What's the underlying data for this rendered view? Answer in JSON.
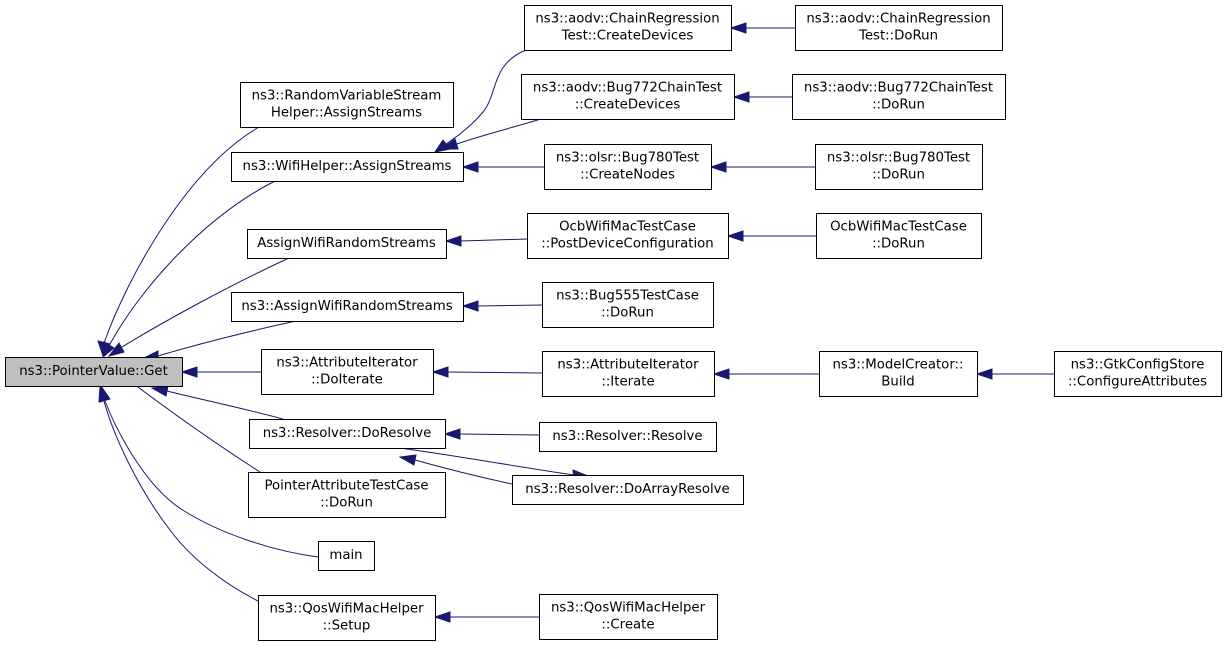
{
  "colors": {
    "edge": "#191970",
    "root_fill": "#bfbfbf",
    "node_fill": "#ffffff",
    "node_border": "#000000"
  },
  "nodes": {
    "pointervalue_get": [
      "ns3::PointerValue::Get"
    ],
    "rvs_helper_assign": [
      "ns3::RandomVariableStream",
      "Helper::AssignStreams"
    ],
    "wifihelper_assign": [
      "ns3::WifiHelper::AssignStreams"
    ],
    "assign_wifi_random": [
      "AssignWifiRandomStreams"
    ],
    "ns3_assign_wifi_random": [
      "ns3::AssignWifiRandomStreams"
    ],
    "attr_iter_doiterate": [
      "ns3::AttributeIterator",
      "::DoIterate"
    ],
    "resolver_doresolve": [
      "ns3::Resolver::DoResolve"
    ],
    "pointer_attr_test_dorun": [
      "PointerAttributeTestCase",
      "::DoRun"
    ],
    "main": [
      "main"
    ],
    "qos_setup": [
      "ns3::QosWifiMacHelper",
      "::Setup"
    ],
    "aodv_chain_create": [
      "ns3::aodv::ChainRegression",
      "Test::CreateDevices"
    ],
    "aodv_bug772_create": [
      "ns3::aodv::Bug772ChainTest",
      "::CreateDevices"
    ],
    "olsr_bug780_create": [
      "ns3::olsr::Bug780Test",
      "::CreateNodes"
    ],
    "ocb_postdevice": [
      "OcbWifiMacTestCase",
      "::PostDeviceConfiguration"
    ],
    "bug555_dorun": [
      "ns3::Bug555TestCase",
      "::DoRun"
    ],
    "attr_iter_iterate": [
      "ns3::AttributeIterator",
      "::Iterate"
    ],
    "resolver_resolve": [
      "ns3::Resolver::Resolve"
    ],
    "resolver_doarray": [
      "ns3::Resolver::DoArrayResolve"
    ],
    "qos_create": [
      "ns3::QosWifiMacHelper",
      "::Create"
    ],
    "aodv_chain_dorun": [
      "ns3::aodv::ChainRegression",
      "Test::DoRun"
    ],
    "aodv_bug772_dorun": [
      "ns3::aodv::Bug772ChainTest",
      "::DoRun"
    ],
    "olsr_bug780_dorun": [
      "ns3::olsr::Bug780Test",
      "::DoRun"
    ],
    "ocb_dorun": [
      "OcbWifiMacTestCase",
      "::DoRun"
    ],
    "model_creator_build": [
      "ns3::ModelCreator::",
      "Build"
    ],
    "gtk_configure": [
      "ns3::GtkConfigStore",
      "::ConfigureAttributes"
    ]
  },
  "edges": [
    [
      "rvs_helper_assign",
      "pointervalue_get"
    ],
    [
      "wifihelper_assign",
      "pointervalue_get"
    ],
    [
      "assign_wifi_random",
      "pointervalue_get"
    ],
    [
      "ns3_assign_wifi_random",
      "pointervalue_get"
    ],
    [
      "attr_iter_doiterate",
      "pointervalue_get"
    ],
    [
      "resolver_doresolve",
      "pointervalue_get"
    ],
    [
      "pointer_attr_test_dorun",
      "pointervalue_get"
    ],
    [
      "main",
      "pointervalue_get"
    ],
    [
      "qos_setup",
      "pointervalue_get"
    ],
    [
      "aodv_chain_create",
      "wifihelper_assign"
    ],
    [
      "aodv_bug772_create",
      "wifihelper_assign"
    ],
    [
      "olsr_bug780_create",
      "wifihelper_assign"
    ],
    [
      "ocb_postdevice",
      "assign_wifi_random"
    ],
    [
      "bug555_dorun",
      "ns3_assign_wifi_random"
    ],
    [
      "attr_iter_iterate",
      "attr_iter_doiterate"
    ],
    [
      "resolver_resolve",
      "resolver_doresolve"
    ],
    [
      "resolver_doarray",
      "resolver_doresolve"
    ],
    [
      "resolver_doresolve",
      "resolver_doarray"
    ],
    [
      "qos_create",
      "qos_setup"
    ],
    [
      "aodv_chain_dorun",
      "aodv_chain_create"
    ],
    [
      "aodv_bug772_dorun",
      "aodv_bug772_create"
    ],
    [
      "olsr_bug780_dorun",
      "olsr_bug780_create"
    ],
    [
      "ocb_dorun",
      "ocb_postdevice"
    ],
    [
      "model_creator_build",
      "attr_iter_iterate"
    ],
    [
      "gtk_configure",
      "model_creator_build"
    ]
  ]
}
